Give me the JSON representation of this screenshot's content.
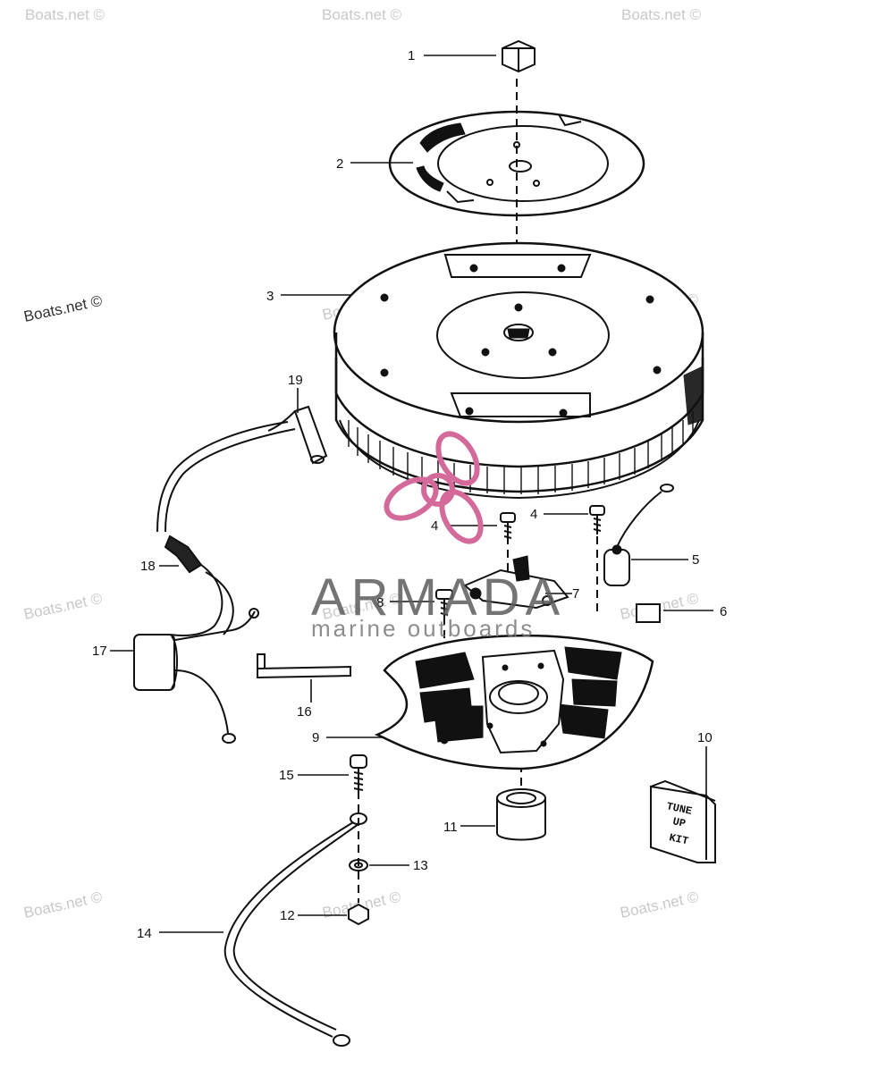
{
  "callouts": [
    {
      "id": "1",
      "label": "1"
    },
    {
      "id": "2",
      "label": "2"
    },
    {
      "id": "3",
      "label": "3"
    },
    {
      "id": "4a",
      "label": "4"
    },
    {
      "id": "4b",
      "label": "4"
    },
    {
      "id": "5",
      "label": "5"
    },
    {
      "id": "6",
      "label": "6"
    },
    {
      "id": "7",
      "label": "7"
    },
    {
      "id": "8",
      "label": "8"
    },
    {
      "id": "9",
      "label": "9"
    },
    {
      "id": "10",
      "label": "10"
    },
    {
      "id": "11",
      "label": "11"
    },
    {
      "id": "12",
      "label": "12"
    },
    {
      "id": "13",
      "label": "13"
    },
    {
      "id": "14",
      "label": "14"
    },
    {
      "id": "15",
      "label": "15"
    },
    {
      "id": "16",
      "label": "16"
    },
    {
      "id": "17",
      "label": "17"
    },
    {
      "id": "18",
      "label": "18"
    },
    {
      "id": "19",
      "label": "19"
    }
  ],
  "watermark": "Boats.net ©",
  "kit_label": [
    "TUNE",
    "UP",
    "KIT"
  ],
  "brand": {
    "name": "ARMADA",
    "tagline": "marine outboards",
    "logo_color": "#d46a9a"
  }
}
